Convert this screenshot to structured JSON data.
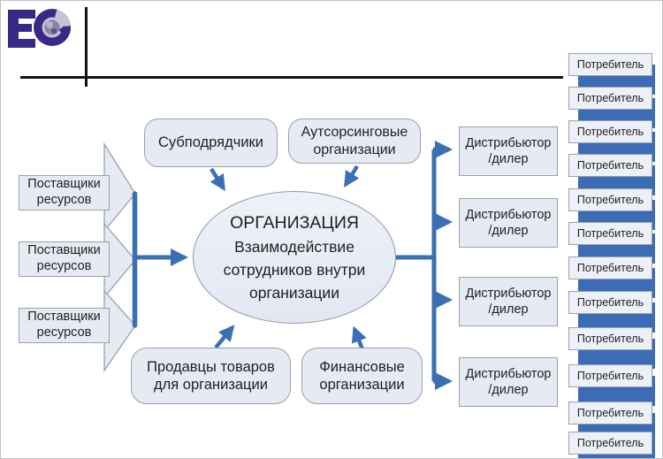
{
  "logo": {
    "letter": "E",
    "mark": "ec-globe"
  },
  "colors": {
    "accent_blue": "#3b6fb4",
    "box_fill": "#e6ebf3",
    "box_border": "#98a1ac",
    "logo_indigo": "#352a86",
    "logo_lavender": "#c6c3d8",
    "rule_black": "#121212"
  },
  "left_column": {
    "suppliers": [
      {
        "lines": [
          "Поставщики",
          "ресурсов"
        ]
      },
      {
        "lines": [
          "Поставщики",
          "ресурсов"
        ]
      },
      {
        "lines": [
          "Поставщики",
          "ресурсов"
        ]
      }
    ]
  },
  "top_row": {
    "subcontractors": {
      "label": "Субподрядчики"
    },
    "outsourcing": {
      "lines": [
        "Аутсорсинговые",
        "организации"
      ]
    }
  },
  "center": {
    "title": "ОРГАНИЗАЦИЯ",
    "lines": [
      "Взаимодействие",
      "сотрудников внутри",
      "организации"
    ]
  },
  "bottom_row": {
    "sellers": {
      "lines": [
        "Продавцы товаров",
        "для организации"
      ]
    },
    "financial": {
      "lines": [
        "Финансовые",
        "организации"
      ]
    }
  },
  "distributors": [
    {
      "lines": [
        "Дистрибьютор",
        "/дилер"
      ]
    },
    {
      "lines": [
        "Дистрибьютор",
        "/дилер"
      ]
    },
    {
      "lines": [
        "Дистрибьютор",
        "/дилер"
      ]
    },
    {
      "lines": [
        "Дистрибьютор",
        "/дилер"
      ]
    }
  ],
  "consumers": [
    "Потребитель",
    "Потребитель",
    "Потребитель",
    "Потребитель",
    "Потребитель",
    "Потребитель",
    "Потребитель",
    "Потребитель",
    "Потребитель",
    "Потребитель",
    "Потребитель",
    "Потребитель"
  ]
}
